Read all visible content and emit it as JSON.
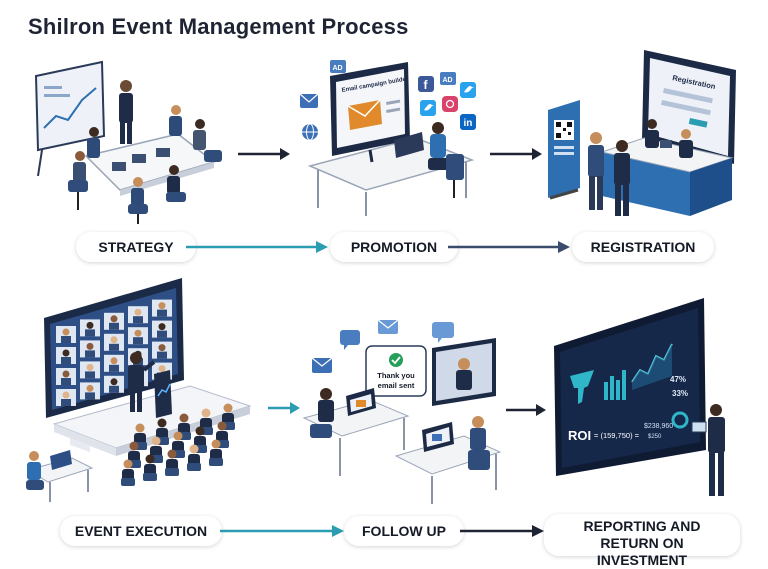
{
  "title": "Shilron Event Management Process",
  "steps": {
    "strategy": "STRATEGY",
    "promotion": "PROMOTION",
    "registration": "REGISTRATION",
    "event_execution": "EVENT EXECUTION",
    "follow_up": "FOLLOW UP",
    "reporting_line1": "REPORTING AND",
    "reporting_line2": "RETURN ON INVESTMENT"
  },
  "promotion_screen": {
    "heading": "Email campaign builder",
    "ad_badge_1": "AD",
    "ad_badge_2": "AD",
    "linkedin": "in"
  },
  "registration_screen": {
    "heading": "Registration"
  },
  "follow_up_popup": {
    "line1": "Thank you",
    "line2": "email sent"
  },
  "dashboard": {
    "roi_label": "ROI",
    "roi_value": "= (159,750) =",
    "stat_1": "47%",
    "stat_2": "33%",
    "amount": "$238,960",
    "sub_amount": "$250"
  },
  "colors": {
    "teal_arrow": "#2a9db3",
    "navy_arrow": "#3a4b6b",
    "dark_navy": "#1b2a47",
    "screen_blue": "#2d6fb0",
    "chair_blue": "#2f4c7a"
  },
  "icons": [
    "envelope-icon",
    "facebook-icon",
    "twitter-icon",
    "instagram-icon",
    "linkedin-icon",
    "globe-icon",
    "check-icon",
    "chat-icon"
  ]
}
